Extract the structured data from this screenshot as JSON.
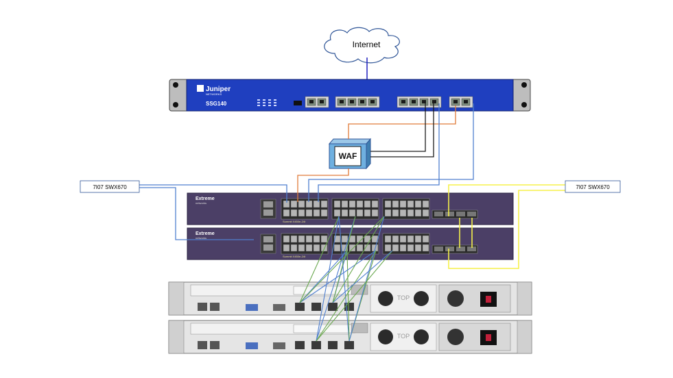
{
  "cloud": {
    "label": "Internet"
  },
  "firewall": {
    "brand": "Juniper",
    "brand_sub": "NETWORKS",
    "model": "SSG140"
  },
  "waf": {
    "label": "WAF"
  },
  "switches": [
    {
      "brand": "Extreme",
      "brand_sub": "networks",
      "model": "Summit X450e-24t"
    },
    {
      "brand": "Extreme",
      "brand_sub": "networks",
      "model": "Summit X450e-24t"
    }
  ],
  "servers": [
    {
      "top_label": "TOP"
    },
    {
      "top_label": "TOP"
    }
  ],
  "callouts": {
    "left": "7I07 SWX670",
    "right": "7I07 SWX670"
  },
  "colors": {
    "internet_link": "#1f1fbf",
    "waf_orange": "#e07b39",
    "waf_black": "#1a1a1a",
    "uplink_blue": "#4f7fcf",
    "stack_yellow": "#f5f04a",
    "server_green": "#6aa84f",
    "firewall_body": "#1f3fbf",
    "switch_body": "#4b3f66"
  }
}
